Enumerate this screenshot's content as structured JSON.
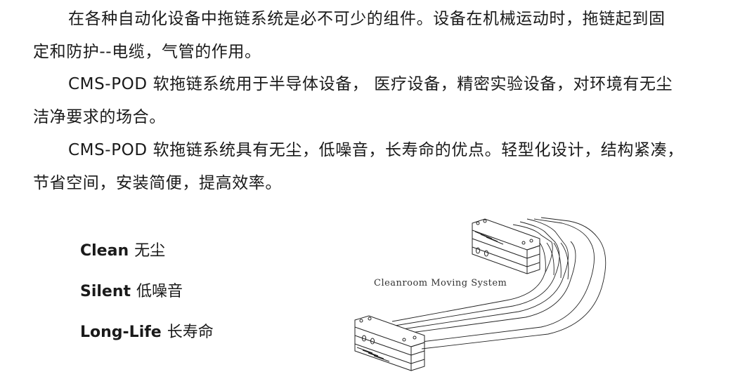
{
  "paragraphs": [
    {
      "line1": "在各种自动化设备中拖链系统是必不可少的组件。设备在机械运动时，拖链起到固",
      "line2": "定和防护--电缆，气管的作用。"
    },
    {
      "line1": "CMS-POD 软拖链系统用于半导体设备， 医疗设备，精密实验设备，对环境有无尘",
      "line2": "洁净要求的场合。"
    },
    {
      "line1": "CMS-POD 软拖链系统具有无尘，低噪音，长寿命的优点。轻型化设计，结构紧凑，",
      "line2": "节省空间，安装简便，提高效率。"
    }
  ],
  "features": [
    {
      "en": "Clean",
      "zh": "无尘"
    },
    {
      "en": "Silent",
      "zh": "低噪音"
    },
    {
      "en": "Long-Life",
      "zh": "长寿命"
    }
  ],
  "diagram": {
    "caption": "Cleanroom Moving System",
    "icon": "cable-carrier-drawing"
  }
}
